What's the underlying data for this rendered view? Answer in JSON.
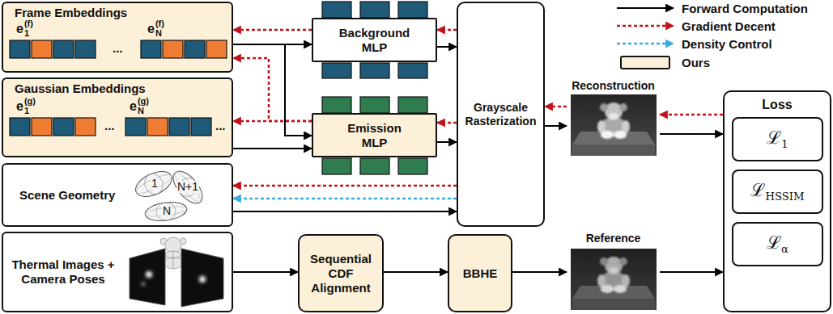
{
  "diagram": {
    "nodes": [
      {
        "text": [
          "Frame Embeddings"
        ]
      },
      {
        "text": [
          "Gaussian Embeddings"
        ]
      },
      {
        "text": [
          "Scene Geometry"
        ]
      },
      {
        "text": [
          "Thermal Images + Camera Poses"
        ]
      },
      {
        "text": [
          "Background MLP"
        ]
      },
      {
        "text": [
          "Emission MLP"
        ]
      },
      {
        "text": [
          "Grayscale Rasterization"
        ]
      },
      {
        "text": [
          "Reconstruction"
        ]
      },
      {
        "text": [
          "Sequential CDF Alignment"
        ]
      },
      {
        "text": [
          "BBHE"
        ]
      },
      {
        "text": [
          "Reference"
        ]
      },
      {
        "text": [
          "Loss"
        ]
      },
      {
        "text": [
          "ℒ1"
        ],
        "in": 11
      },
      {
        "text": [
          "ℒHSSIM"
        ],
        "in": 11
      },
      {
        "text": [
          "ℒα"
        ],
        "in": 11
      }
    ],
    "edges": [
      {
        "from": 0,
        "to": 4,
        "arrow": "to"
      },
      {
        "from": 0,
        "to": 5,
        "arrow": "to"
      },
      {
        "from": 1,
        "to": 5,
        "arrow": "to"
      },
      {
        "from": 4,
        "to": 0,
        "arrow": "to"
      },
      {
        "from": 5,
        "to": 0,
        "arrow": "to"
      },
      {
        "from": 5,
        "to": 1,
        "arrow": "to"
      },
      {
        "from": 4,
        "to": 6,
        "arrow": "to"
      },
      {
        "from": 6,
        "to": 4,
        "arrow": "to"
      },
      {
        "from": 5,
        "to": 6,
        "arrow": "to"
      },
      {
        "from": 6,
        "to": 5,
        "arrow": "to"
      },
      {
        "from": 2,
        "to": 6,
        "arrow": "to"
      },
      {
        "from": 6,
        "to": 2,
        "arrow": "to"
      },
      {
        "from": 6,
        "to": 2,
        "arrow": "to"
      },
      {
        "from": 6,
        "to": 7,
        "arrow": "to"
      },
      {
        "from": 7,
        "to": 6,
        "arrow": "to"
      },
      {
        "from": 7,
        "to": 11,
        "arrow": "to"
      },
      {
        "from": 11,
        "to": 7,
        "arrow": "to"
      },
      {
        "from": 3,
        "to": 8,
        "arrow": "to"
      },
      {
        "from": 8,
        "to": 9,
        "arrow": "to"
      },
      {
        "from": 9,
        "to": 10,
        "arrow": "to"
      },
      {
        "from": 10,
        "to": 11,
        "arrow": "to"
      }
    ],
    "labels": [
      "e1(f)",
      "eN(f)",
      "...",
      "e1(g)",
      "eN(g)",
      "...",
      "...",
      "1",
      "N+1",
      "N"
    ],
    "legend": [
      {
        "text": "Forward Computation"
      },
      {
        "text": "Gradient Decent"
      },
      {
        "text": "Density Control"
      },
      {
        "text": "Ours",
        "color": "#fdf0d8"
      }
    ]
  }
}
